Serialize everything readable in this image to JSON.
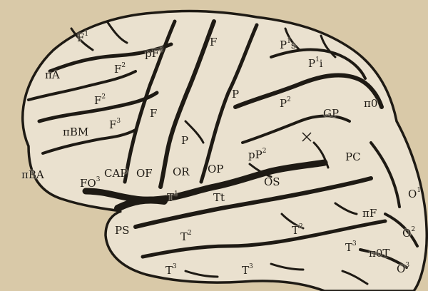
{
  "colors": {
    "paper": "#d9c9a8",
    "brain_fill": "#eae1cf",
    "ink": "#1e1a14"
  },
  "labels": [
    {
      "id": "F1-top",
      "base": "F",
      "sup": "1"
    },
    {
      "id": "pF2",
      "base": "pF",
      "sup": "2"
    },
    {
      "id": "F-top",
      "base": "F"
    },
    {
      "id": "P1s",
      "base": "P",
      "sup": "1",
      "sub": "s"
    },
    {
      "id": "P1i",
      "base": "P",
      "sup": "1",
      "sub": "i"
    },
    {
      "id": "piA",
      "base": "πA"
    },
    {
      "id": "F2-upper",
      "base": "F",
      "sup": "2"
    },
    {
      "id": "F2-mid",
      "base": "F",
      "sup": "2"
    },
    {
      "id": "P-upper",
      "base": "P"
    },
    {
      "id": "P2",
      "base": "P",
      "sup": "2"
    },
    {
      "id": "GP",
      "base": "GP"
    },
    {
      "id": "pi0",
      "base": "π0"
    },
    {
      "id": "piBM",
      "base": "πBM"
    },
    {
      "id": "F3",
      "base": "F",
      "sup": "3"
    },
    {
      "id": "F-mid",
      "base": "F"
    },
    {
      "id": "P-mid",
      "base": "P"
    },
    {
      "id": "pP2",
      "base": "pP",
      "sup": "2"
    },
    {
      "id": "PC",
      "base": "PC"
    },
    {
      "id": "piBA",
      "base": "πBA"
    },
    {
      "id": "FO3",
      "base": "FO",
      "sup": "3"
    },
    {
      "id": "CAP",
      "base": "CAP"
    },
    {
      "id": "OF",
      "base": "OF"
    },
    {
      "id": "OR",
      "base": "OR"
    },
    {
      "id": "OP",
      "base": "OP"
    },
    {
      "id": "OS",
      "base": "OS"
    },
    {
      "id": "T1",
      "base": "T",
      "sup": "1"
    },
    {
      "id": "Tt",
      "base": "Tt"
    },
    {
      "id": "O1",
      "base": "O",
      "sup": "1"
    },
    {
      "id": "piF",
      "base": "πF"
    },
    {
      "id": "PS",
      "base": "PS"
    },
    {
      "id": "T2-left",
      "base": "T",
      "sup": "2"
    },
    {
      "id": "T2-right",
      "base": "T",
      "sup": "2"
    },
    {
      "id": "O2",
      "base": "O",
      "sup": "2"
    },
    {
      "id": "T3-right",
      "base": "T",
      "sup": "3"
    },
    {
      "id": "pi0T",
      "base": "π0T"
    },
    {
      "id": "T3-left",
      "base": "T",
      "sup": "3"
    },
    {
      "id": "T3-mid",
      "base": "T",
      "sup": "3"
    },
    {
      "id": "O3",
      "base": "O",
      "sup": "3"
    }
  ]
}
